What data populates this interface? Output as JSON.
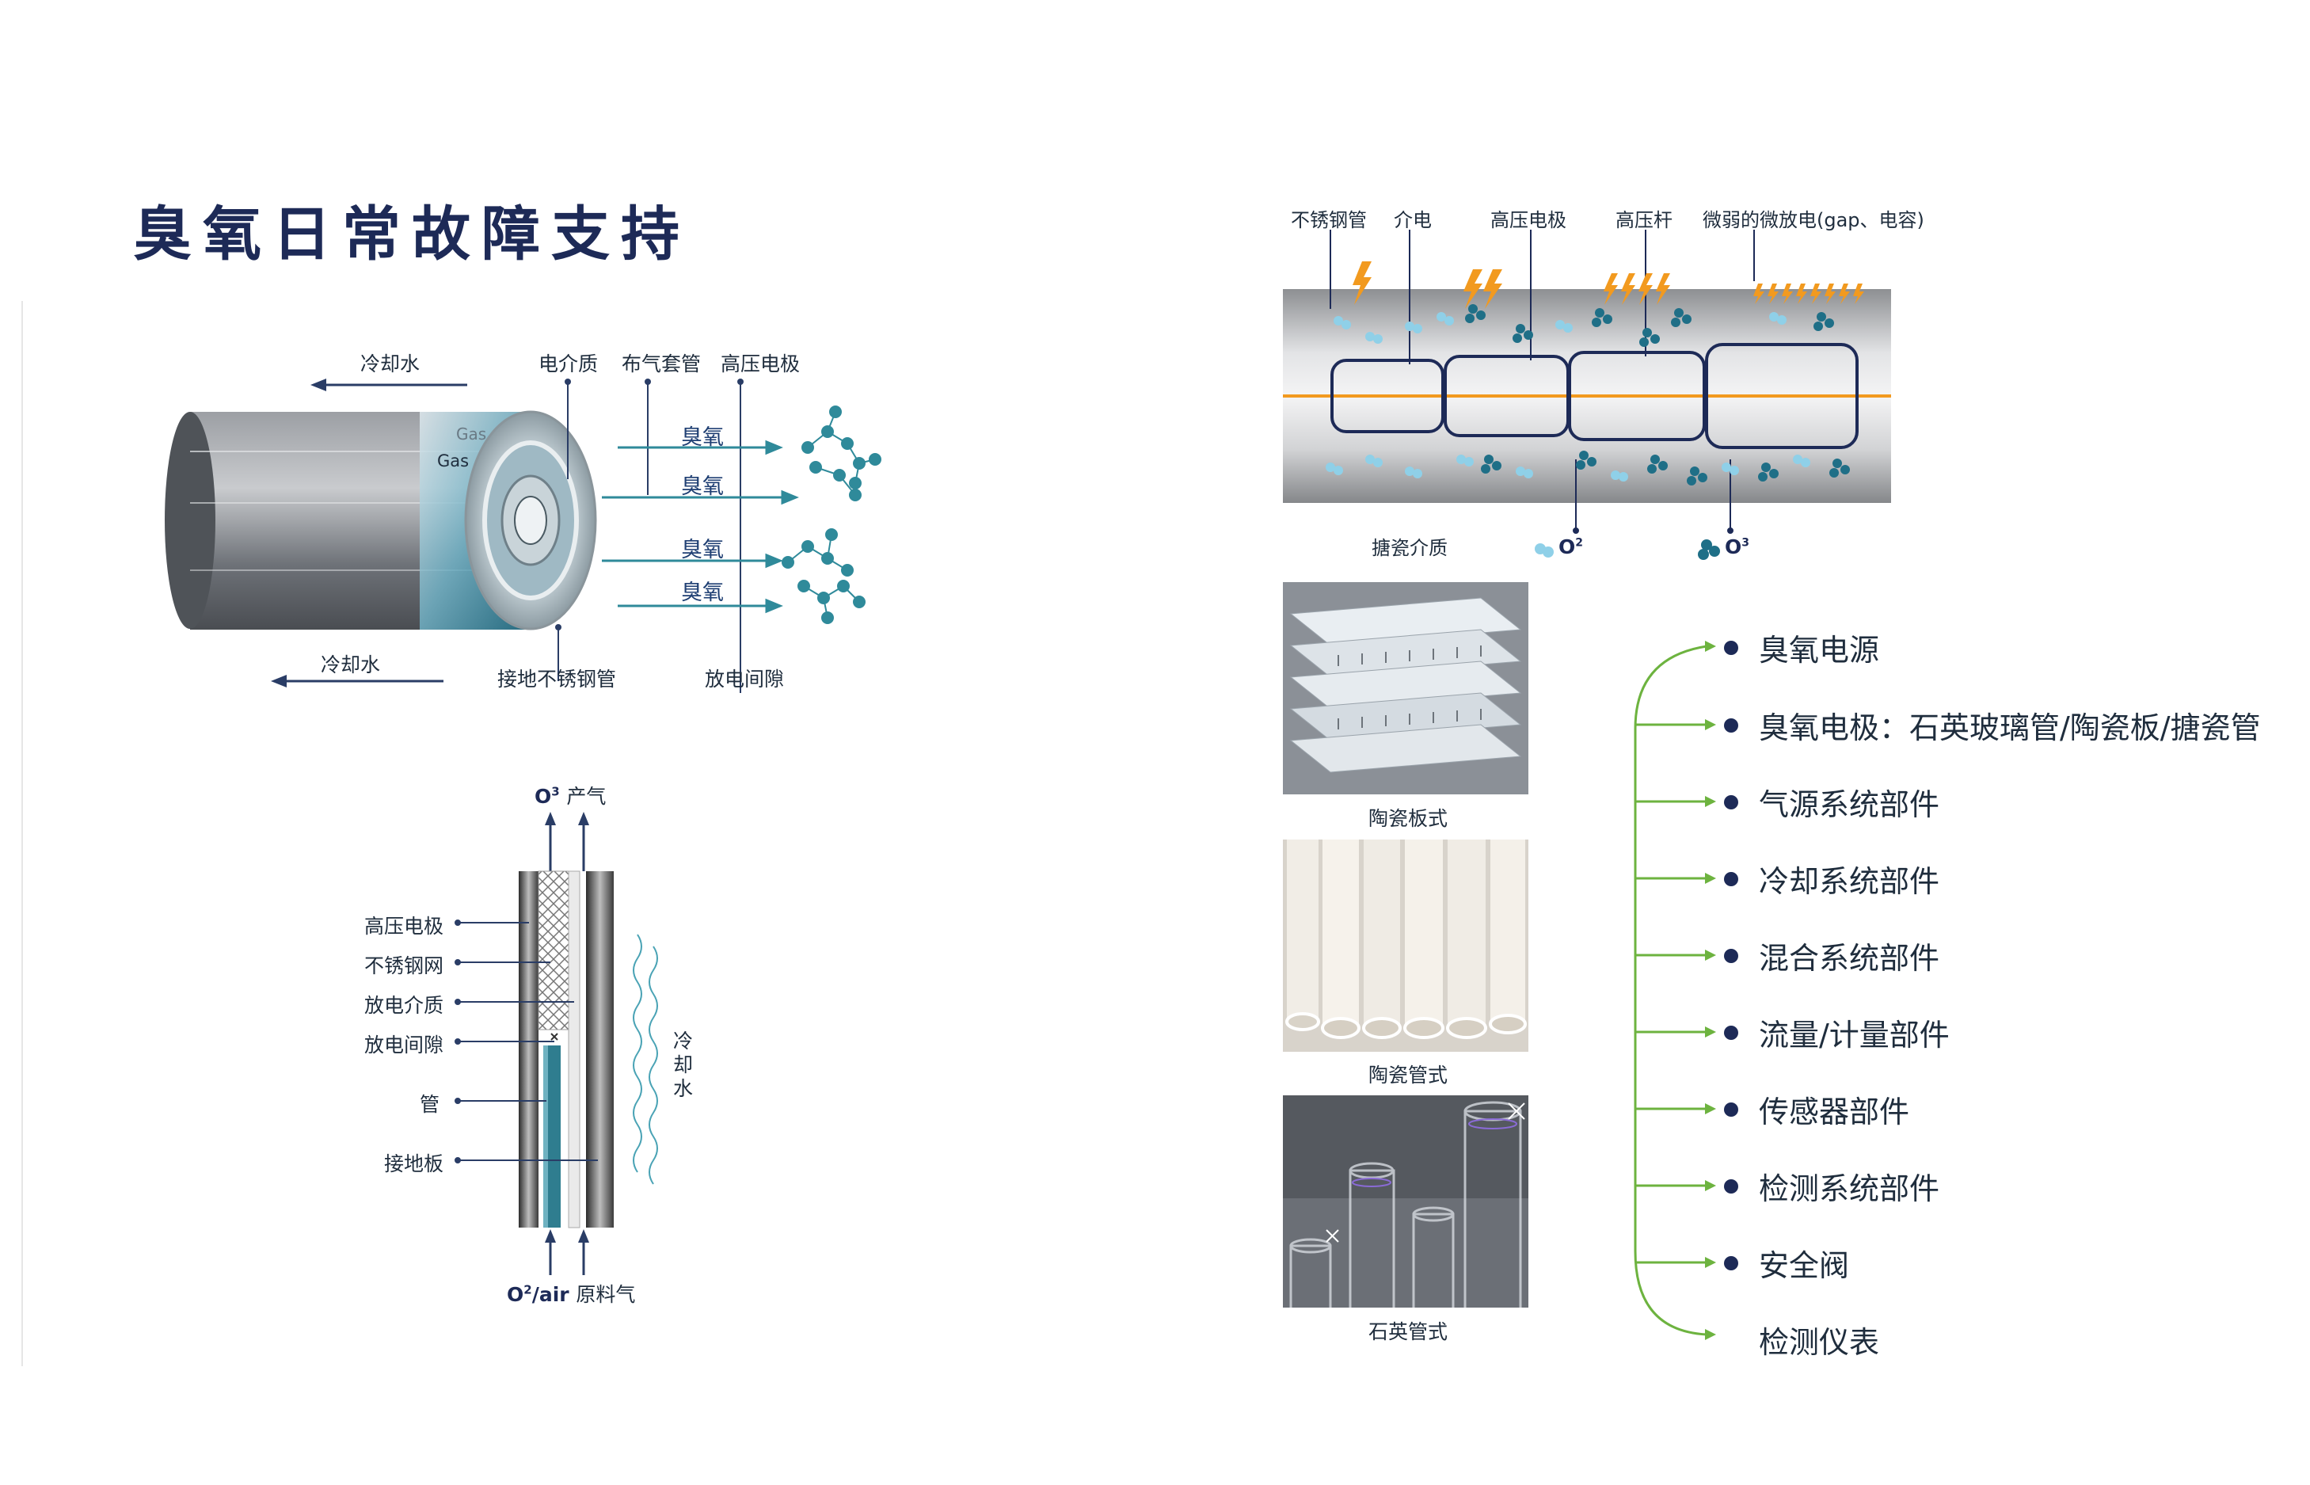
{
  "title": "臭氧日常故障支持",
  "tube_diagram": {
    "coolant_top": "冷却水",
    "coolant_bottom": "冷却水",
    "dielectric": "电介质",
    "gas_sleeve": "布气套管",
    "hv_electrode": "高压电极",
    "gas_outer": "Gas",
    "gas_inner": "Gas",
    "ozone_labels": [
      "臭氧",
      "臭氧",
      "臭氧",
      "臭氧"
    ],
    "ground_tube": "接地不锈钢管",
    "discharge_gap": "放电间隙"
  },
  "plate_diagram": {
    "top_prefix": "O",
    "top_sup": "3",
    "top_label": "产气",
    "left_labels": [
      "高压电极",
      "不锈钢网",
      "放电介质",
      "放电间隙",
      "管",
      "接地板"
    ],
    "cooling_water": "冷却水",
    "bottom_prefix": "O",
    "bottom_sup": "2",
    "bottom_mid": "/air",
    "bottom_label": "原料气"
  },
  "enamel_diagram": {
    "top_labels": [
      "不锈钢管",
      "介电",
      "高压电极",
      "高压杆",
      "微弱的微放电(gap、电容)"
    ],
    "medium_label": "搪瓷介质",
    "o2_prefix": "O",
    "o2_sup": "2",
    "o3_prefix": "O",
    "o3_sup": "3"
  },
  "photos": {
    "ceramic_plate": "陶瓷板式",
    "ceramic_tube": "陶瓷管式",
    "quartz_tube": "石英管式"
  },
  "support_list": {
    "items": [
      "臭氧电源",
      "臭氧电极：石英玻璃管/陶瓷板/搪瓷管",
      "气源系统部件",
      "冷却系统部件",
      "混合系统部件",
      "流量/计量部件",
      "传感器部件",
      "检测系统部件",
      "安全阀",
      "检测仪表"
    ]
  },
  "colors": {
    "title": "#1d2a57",
    "ozone_teal": "#2f8a9a",
    "spark_orange": "#f29a1f",
    "bracket_green": "#6db33f"
  }
}
